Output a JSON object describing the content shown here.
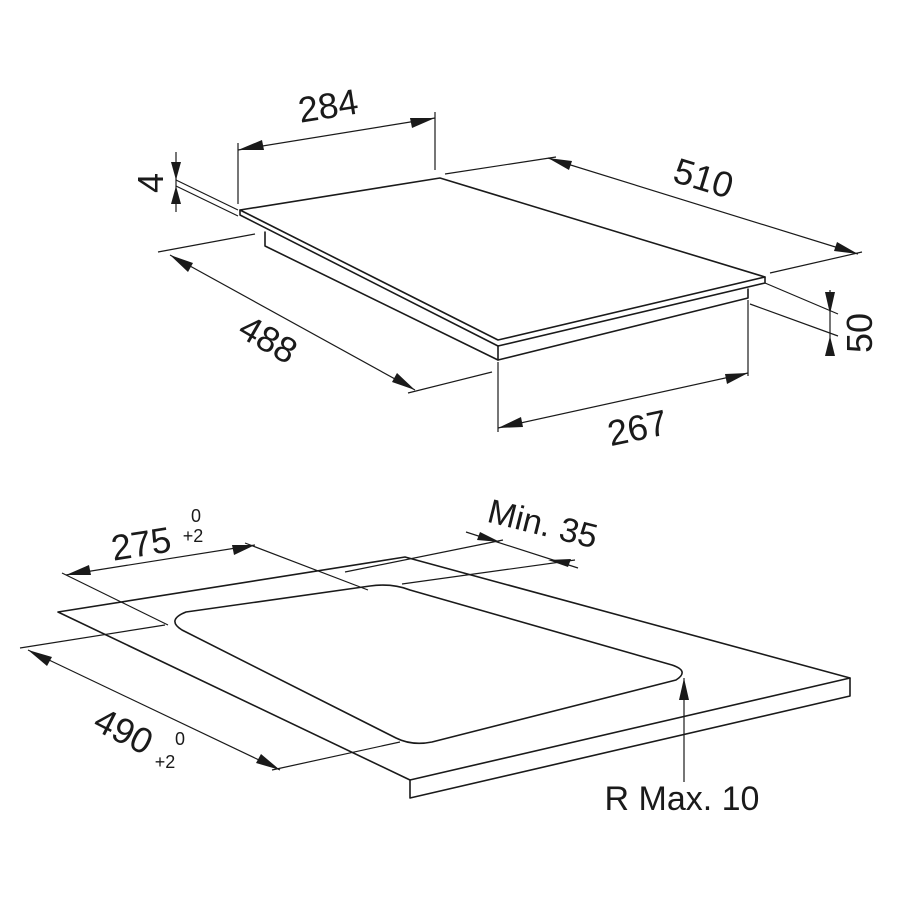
{
  "top_view": {
    "dim_width_back": "284",
    "dim_depth": "510",
    "dim_glass_thickness": "4",
    "dim_length_front": "488",
    "dim_height": "50",
    "dim_width_front": "267"
  },
  "cutout_view": {
    "dim_width": "275",
    "dim_width_tol_upper": "0",
    "dim_width_tol_lower": "+2",
    "dim_min_edge": "Min. 35",
    "dim_length": "490",
    "dim_length_tol_upper": "0",
    "dim_length_tol_lower": "+2",
    "dim_radius": "R Max. 10"
  }
}
